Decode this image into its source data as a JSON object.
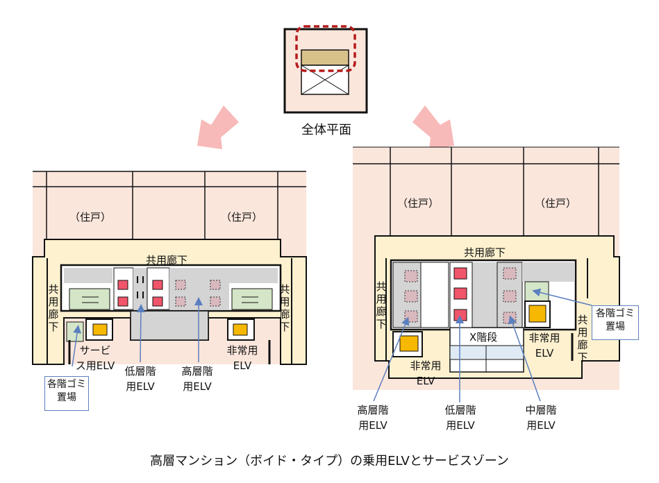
{
  "overall": {
    "title": "全体平面"
  },
  "left_plan": {
    "units": [
      "（住戸）",
      "（住戸）"
    ],
    "corridor_top": "共用廊下",
    "corridor_left": "共用廊下",
    "corridor_right": "共用廊下",
    "service_elv": "サービス用ELV",
    "low_elv": "低層階用ELV",
    "high_elv": "高層階用ELV",
    "emergency_elv": "非常用ELV",
    "garbage": "各階ゴミ置場"
  },
  "right_plan": {
    "units": [
      "（住戸）",
      "（住戸）"
    ],
    "corridor_top": "共用廊下",
    "corridor_left": "共用廊下",
    "corridor_right": "共用廊下",
    "stair": "X階段",
    "emergency_elv_right": "非常用ELV",
    "emergency_elv_bottom": "非常用ELV",
    "garbage": "各階ゴミ置場",
    "high_elv": "高層階用ELV",
    "low_elv": "低層階用ELV",
    "mid_elv": "中層階用ELV"
  },
  "caption": "高層マンション（ボイド・タイプ）の乗用ELVとサービスゾーン",
  "colors": {
    "unit_fill": "#fbe6dc",
    "corridor_fill": "#fdf1cf",
    "core_gray": "#d4d4d4",
    "elv_red": "#f0556a",
    "elv_pink": "#d9b8be",
    "elv_yellow": "#f6b800",
    "green_room": "#d5e6c8",
    "arrow_blue": "#5b7fbf",
    "big_arrow_pink": "#f8b9b9",
    "dashed_red": "#b51a1a",
    "tan": "#d9c28a"
  }
}
